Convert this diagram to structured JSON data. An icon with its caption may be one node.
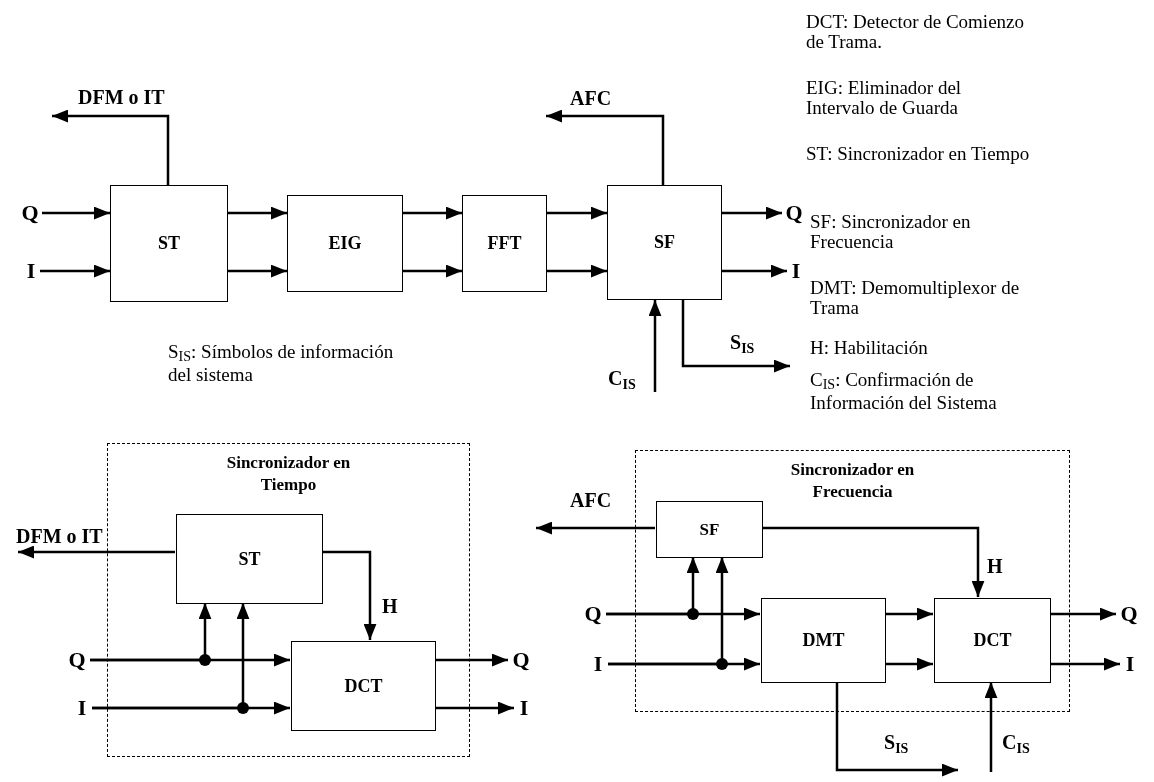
{
  "diagram": {
    "nodes": [
      {
        "text": [
          "Q"
        ]
      },
      {
        "text": [
          "I"
        ]
      },
      {
        "text": [
          "ST"
        ]
      },
      {
        "text": [
          "EIG"
        ]
      },
      {
        "text": [
          "FFT"
        ]
      },
      {
        "text": [
          "SF"
        ]
      },
      {
        "text": [
          "Q"
        ]
      },
      {
        "text": [
          "I"
        ]
      },
      {
        "text": [
          "Sincronizador en Tiempo"
        ]
      },
      {
        "text": [
          "ST"
        ],
        "in": 8
      },
      {
        "text": [
          "DCT"
        ],
        "in": 8
      },
      {
        "text": [
          "Q"
        ]
      },
      {
        "text": [
          "I"
        ]
      },
      {
        "text": [
          "Q"
        ]
      },
      {
        "text": [
          "I"
        ]
      },
      {
        "text": [
          "Sincronizador en Frecuencia"
        ]
      },
      {
        "text": [
          "SF"
        ],
        "in": 15
      },
      {
        "text": [
          "DMT"
        ],
        "in": 15
      },
      {
        "text": [
          "DCT"
        ],
        "in": 15
      },
      {
        "text": [
          "Q"
        ]
      },
      {
        "text": [
          "I"
        ]
      },
      {
        "text": [
          "Q"
        ]
      },
      {
        "text": [
          "I"
        ]
      }
    ],
    "edges": [
      {
        "from": 0,
        "to": 2,
        "arrow": "to"
      },
      {
        "from": 1,
        "to": 2,
        "arrow": "to"
      },
      {
        "from": 2,
        "to": 3,
        "arrow": "to"
      },
      {
        "from": 2,
        "to": 3,
        "arrow": "to"
      },
      {
        "from": 3,
        "to": 4,
        "arrow": "to"
      },
      {
        "from": 3,
        "to": 4,
        "arrow": "to"
      },
      {
        "from": 4,
        "to": 5,
        "arrow": "to"
      },
      {
        "from": 4,
        "to": 5,
        "arrow": "to"
      },
      {
        "from": 5,
        "to": 6,
        "arrow": "to"
      },
      {
        "from": 5,
        "to": 7,
        "arrow": "to"
      },
      {
        "from": 2,
        "to": null,
        "arrow": "to",
        "label": "DFM o IT"
      },
      {
        "from": 5,
        "to": null,
        "arrow": "to",
        "label": "AFC"
      },
      {
        "from": null,
        "to": 5,
        "arrow": "to",
        "label": "C$_{IS}$"
      },
      {
        "from": 5,
        "to": null,
        "arrow": "to",
        "label": "S$_{IS}$"
      },
      {
        "from": 11,
        "to": 10,
        "arrow": "to"
      },
      {
        "from": 12,
        "to": 10,
        "arrow": "to"
      },
      {
        "from": 11,
        "to": 9,
        "arrow": "to"
      },
      {
        "from": 12,
        "to": 9,
        "arrow": "to"
      },
      {
        "from": 9,
        "to": null,
        "arrow": "to",
        "label": "DFM o IT"
      },
      {
        "from": 9,
        "to": 10,
        "arrow": "to",
        "label": "H"
      },
      {
        "from": 10,
        "to": 13,
        "arrow": "to"
      },
      {
        "from": 10,
        "to": 14,
        "arrow": "to"
      },
      {
        "from": 19,
        "to": 17,
        "arrow": "to"
      },
      {
        "from": 20,
        "to": 17,
        "arrow": "to"
      },
      {
        "from": 19,
        "to": 16,
        "arrow": "to"
      },
      {
        "from": 20,
        "to": 16,
        "arrow": "to"
      },
      {
        "from": 16,
        "to": null,
        "arrow": "to",
        "label": "AFC"
      },
      {
        "from": 16,
        "to": 18,
        "arrow": "to",
        "label": "H"
      },
      {
        "from": 17,
        "to": 18,
        "arrow": "to"
      },
      {
        "from": 17,
        "to": 18,
        "arrow": "to"
      },
      {
        "from": 18,
        "to": 21,
        "arrow": "to"
      },
      {
        "from": 18,
        "to": 22,
        "arrow": "to"
      },
      {
        "from": 17,
        "to": null,
        "arrow": "to",
        "label": "S$_{IS}$"
      },
      {
        "from": null,
        "to": 18,
        "arrow": "to",
        "label": "C$_{IS}$"
      }
    ],
    "labels": [
      "DCT: Detector de Comienzo de Trama.",
      "EIG: Eliminador del Intervalo de Guarda",
      "ST: Sincronizador en Tiempo",
      "SF: Sincronizador en Frecuencia",
      "DMT: Demomultiplexor de Trama",
      "H: Habilitación",
      "C$_{IS}$: Confirmación de Información del Sistema",
      "S$_{IS}$: Símbolos de información del sistema"
    ]
  }
}
